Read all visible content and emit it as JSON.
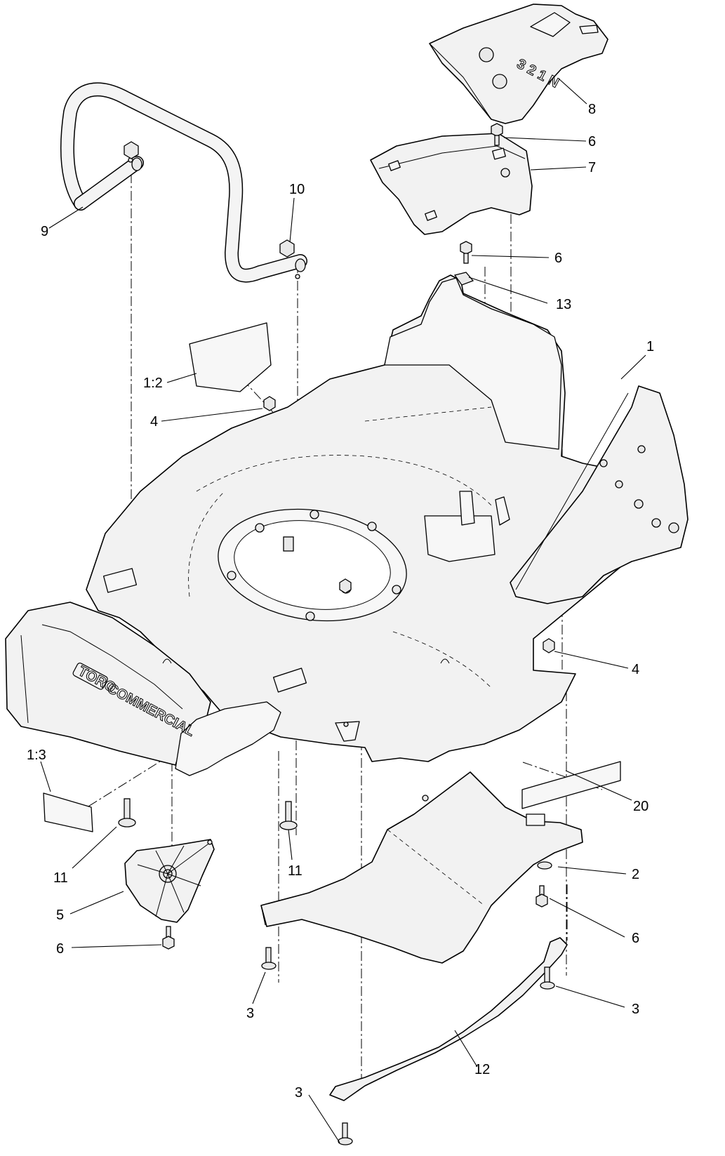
{
  "labels": [
    {
      "id": "1",
      "text": "1"
    },
    {
      "id": "1_2",
      "text": "1:2"
    },
    {
      "id": "1_3",
      "text": "1:3"
    },
    {
      "id": "2",
      "text": "2"
    },
    {
      "id": "3a",
      "text": "3"
    },
    {
      "id": "3b",
      "text": "3"
    },
    {
      "id": "3c",
      "text": "3"
    },
    {
      "id": "4a",
      "text": "4"
    },
    {
      "id": "4b",
      "text": "4"
    },
    {
      "id": "5",
      "text": "5"
    },
    {
      "id": "6a",
      "text": "6"
    },
    {
      "id": "6b",
      "text": "6"
    },
    {
      "id": "6c",
      "text": "6"
    },
    {
      "id": "6d",
      "text": "6"
    },
    {
      "id": "7",
      "text": "7"
    },
    {
      "id": "8",
      "text": "8"
    },
    {
      "id": "9",
      "text": "9"
    },
    {
      "id": "10",
      "text": "10"
    },
    {
      "id": "11a",
      "text": "11"
    },
    {
      "id": "11b",
      "text": "11"
    },
    {
      "id": "12",
      "text": "12"
    },
    {
      "id": "13",
      "text": "13"
    },
    {
      "id": "20",
      "text": "20"
    }
  ],
  "embossed": {
    "brand": "TORO",
    "model": "COMMERCIAL",
    "gear_positions": "3 2 1 N"
  }
}
